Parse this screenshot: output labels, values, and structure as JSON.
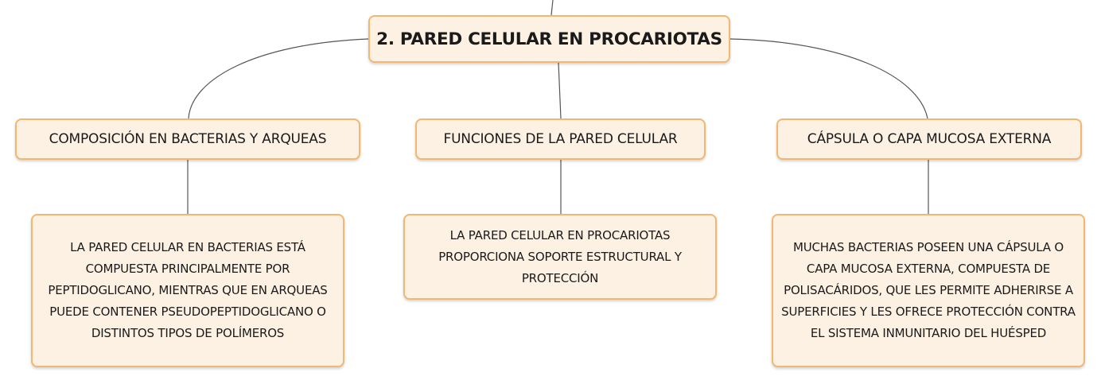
{
  "root": {
    "label": "2. PARED CELULAR EN PROCARIOTAS"
  },
  "topics": [
    {
      "label": "COMPOSICIÓN EN BACTERIAS Y ARQUEAS",
      "detail": "LA PARED CELULAR EN BACTERIAS ESTÁ COMPUESTA PRINCIPALMENTE POR PEPTIDOGLICANO, MIENTRAS QUE EN ARQUEAS PUEDE CONTENER PSEUDOPEPTIDOGLICANO O DISTINTOS TIPOS DE POLÍMEROS"
    },
    {
      "label": "FUNCIONES DE LA PARED CELULAR",
      "detail": "LA PARED CELULAR EN PROCARIOTAS PROPORCIONA SOPORTE ESTRUCTURAL Y PROTECCIÓN"
    },
    {
      "label": "CÁPSULA O CAPA MUCOSA EXTERNA",
      "detail": "MUCHAS BACTERIAS POSEEN UNA CÁPSULA O CAPA MUCOSA EXTERNA, COMPUESTA DE POLISACÁRIDOS, QUE LES PERMITE ADHERIRSE A SUPERFICIES Y LES OFRECE PROTECCIÓN CONTRA EL SISTEMA INMUNITARIO DEL HUÉSPED"
    }
  ],
  "colors": {
    "node_fill": "#fdf1e4",
    "node_border": "#f2b872",
    "connector": "#555555"
  }
}
